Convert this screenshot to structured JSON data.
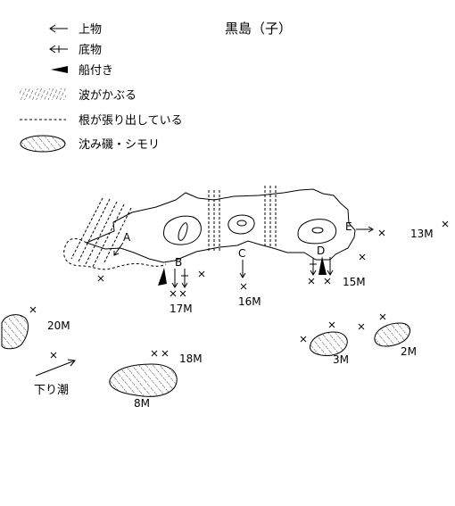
{
  "title": "黒島（子）",
  "legend": [
    {
      "symbol": "arrow-left-icon",
      "text": "上物"
    },
    {
      "symbol": "arrow-left-dash-icon",
      "text": "底物"
    },
    {
      "symbol": "boat-wedge-icon",
      "text": "船付き"
    },
    {
      "symbol": "wave-hatch-icon",
      "text": "波がかぶる"
    },
    {
      "symbol": "dashed-line-icon",
      "text": "根が張り出している"
    },
    {
      "symbol": "submerged-rock-icon",
      "text": "沈み磯・シモリ"
    }
  ],
  "points": [
    "A",
    "B",
    "C",
    "D",
    "E"
  ],
  "depths": {
    "e": "13M",
    "d": "15M",
    "c": "16M",
    "b": "17M",
    "w": "20M",
    "sw": "18M",
    "rock_8": "8M",
    "rock_3": "3M",
    "rock_2": "2M"
  },
  "current": "下り潮",
  "colors": {
    "ink": "#000000",
    "background": "#ffffff"
  }
}
